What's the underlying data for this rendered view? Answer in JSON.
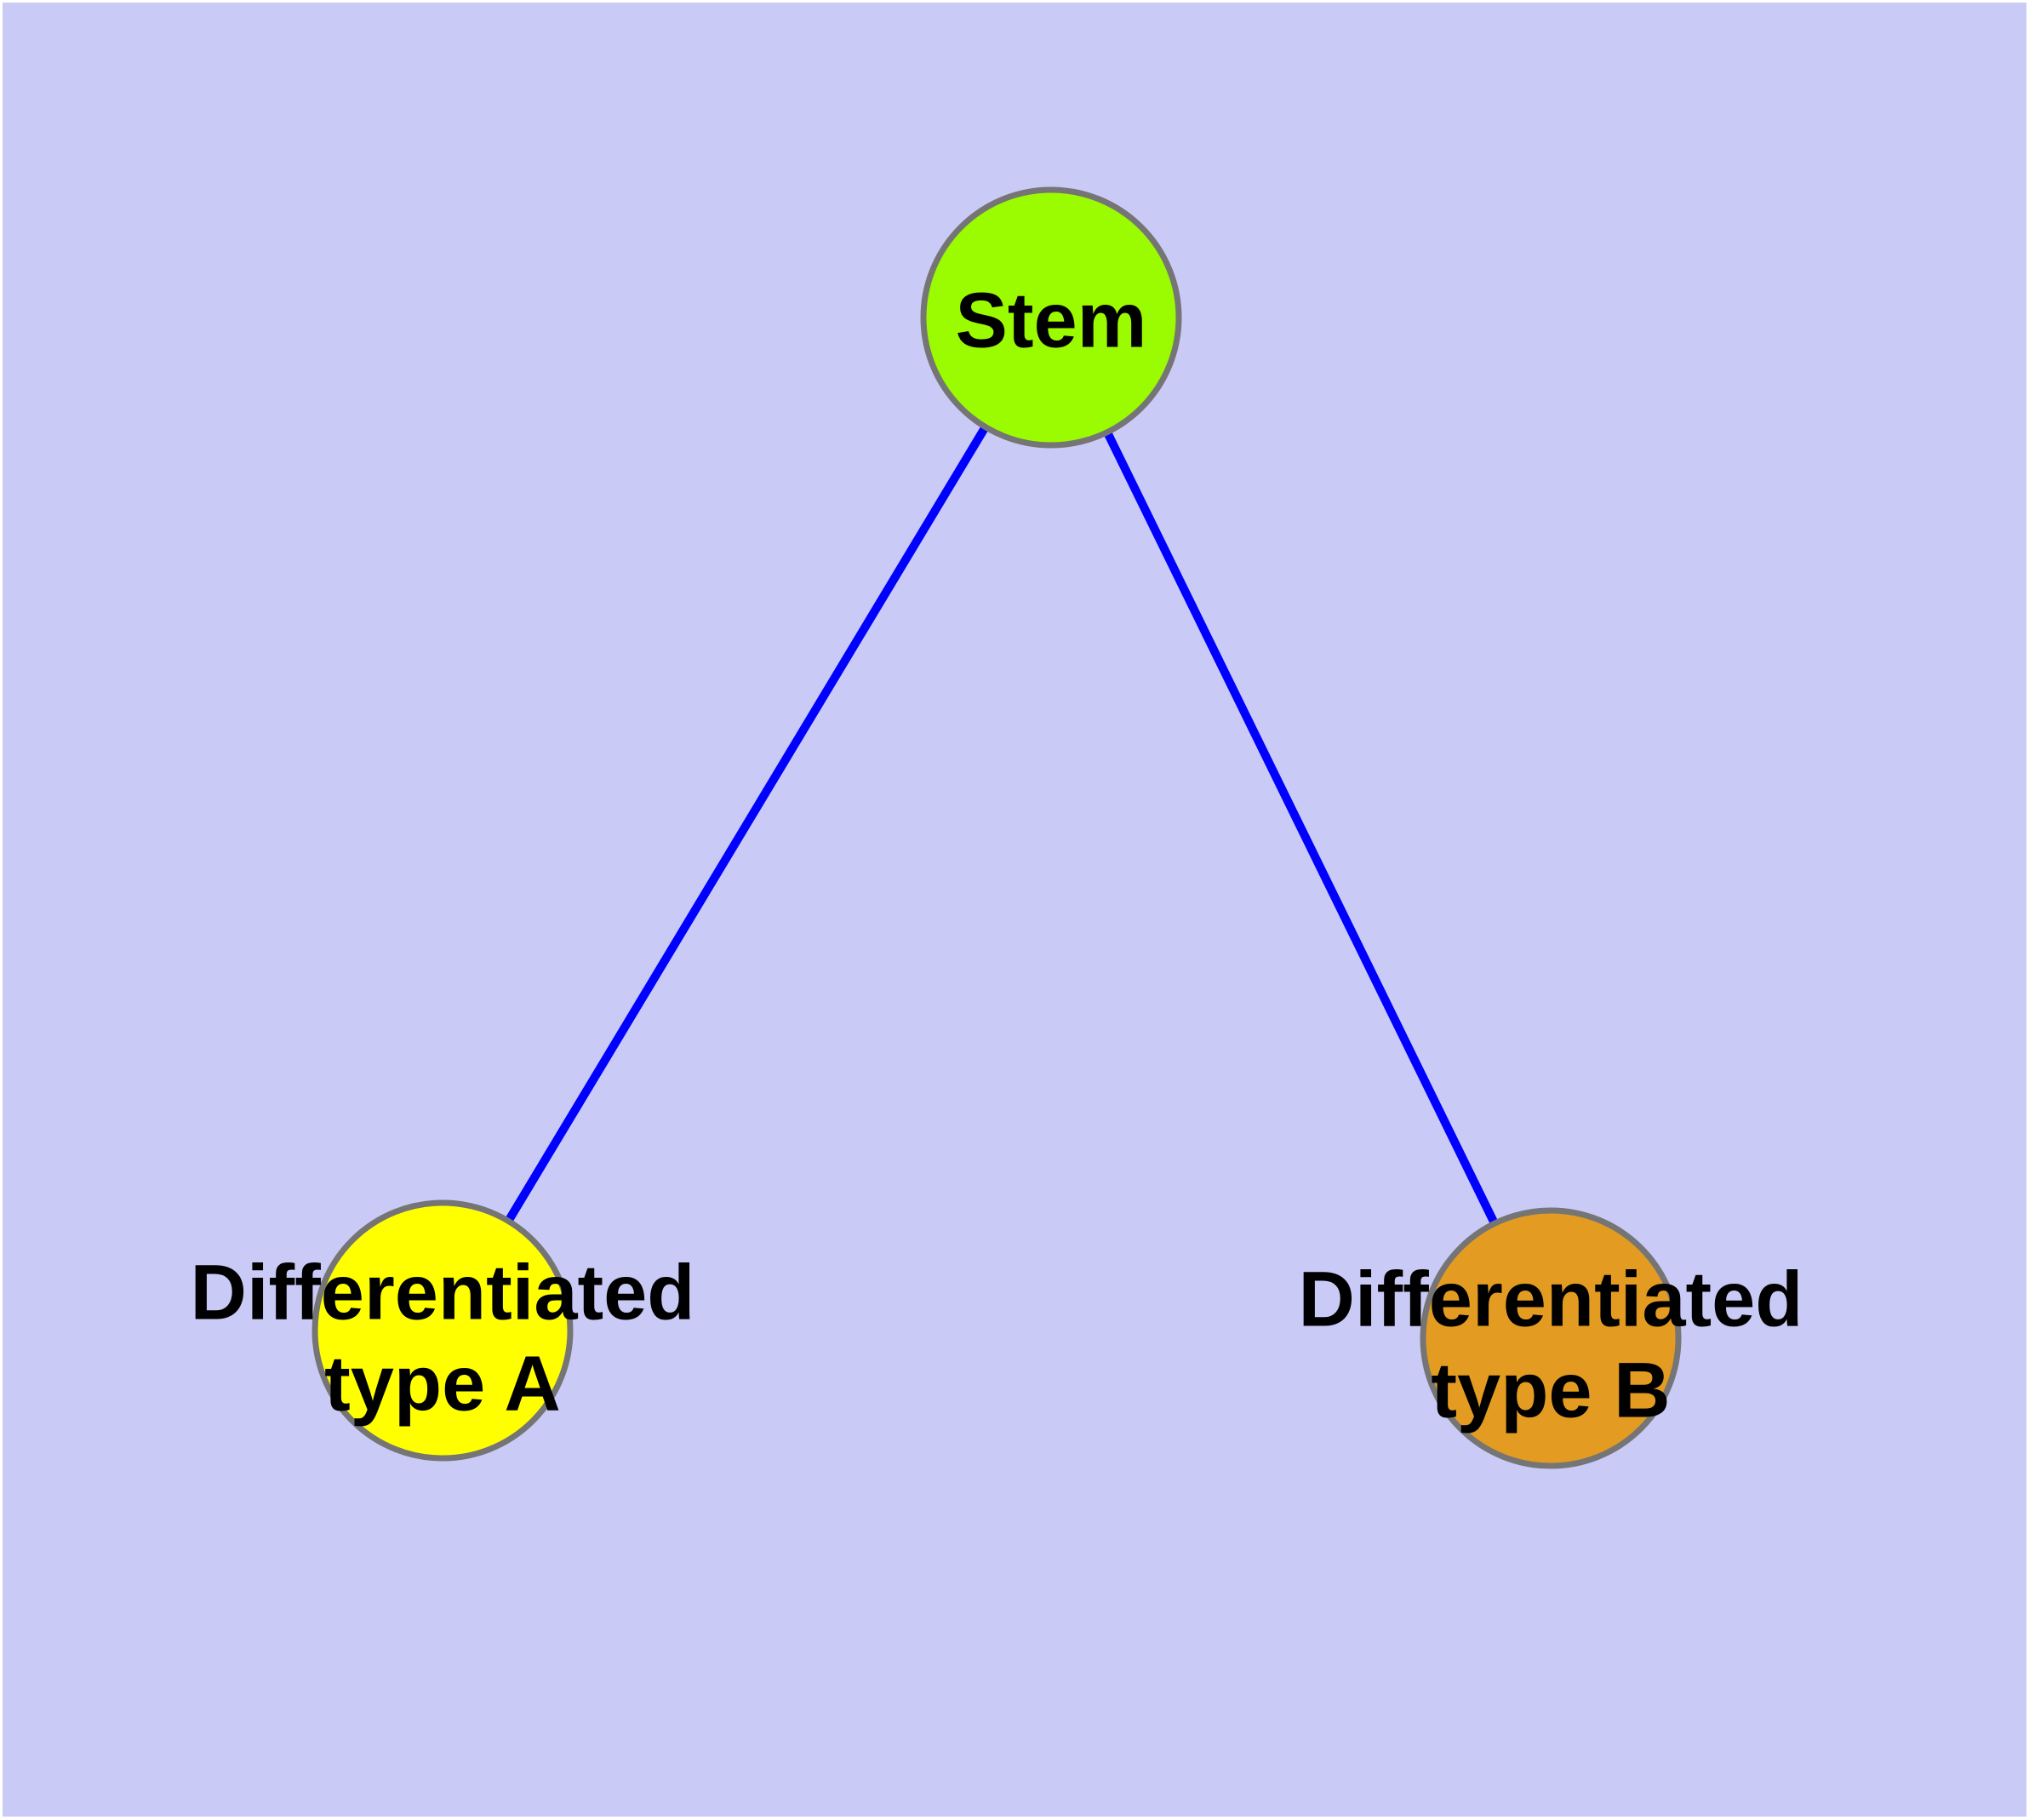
{
  "diagram": {
    "type": "graph",
    "background_color": "#CACAF7",
    "page_margin_color": "#FFFFFF",
    "edge_color": "#0000FF",
    "node_border_color": "#757575",
    "label_color": "#000000",
    "nodes": [
      {
        "id": "stem",
        "label": "Stem",
        "color": "#9BFB00"
      },
      {
        "id": "type-a",
        "label": "Differentiated\ntype A",
        "color": "#FFFF00"
      },
      {
        "id": "type-b",
        "label": "Differentiated\ntype B",
        "color": "#E39C21"
      }
    ],
    "edges": [
      {
        "from": "stem",
        "to": "type-a"
      },
      {
        "from": "stem",
        "to": "type-b"
      }
    ]
  }
}
